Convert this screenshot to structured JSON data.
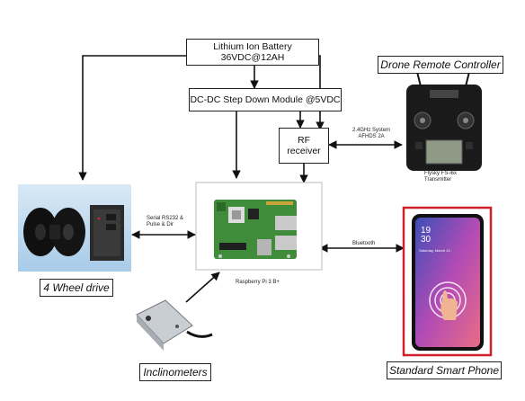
{
  "battery": {
    "line1": "Lithium Ion Battery",
    "line2": "36VDC@12AH"
  },
  "dcdc": {
    "label": "DC-DC Step Down Module @5VDC"
  },
  "rf": {
    "line1": "RF",
    "line2": "receiver"
  },
  "remote": {
    "title": "Drone Remote Controller",
    "link_line1": "2.4GHz System",
    "link_line2": "AFHDS 2A",
    "caption_line1": "Flysky FS-i6x",
    "caption_line2": "Transmitter"
  },
  "wheel": {
    "title": "4 Wheel drive",
    "link_line1": "Serial RS232 &",
    "link_line2": "Pulse & Dir"
  },
  "pi": {
    "caption": "Raspberry Pi 3 B+"
  },
  "phone": {
    "title": "Standard Smart Phone",
    "link": "Bluetooth",
    "time": "19",
    "time2": "30",
    "date": "Saturday, March 13"
  },
  "inclinometer": {
    "title": "Inclinometers"
  },
  "colors": {
    "lines": "#111111",
    "phone_frame": "#d0202a",
    "wheel_bg": "#b9d6ee",
    "pcb": "#3f8d3a"
  }
}
